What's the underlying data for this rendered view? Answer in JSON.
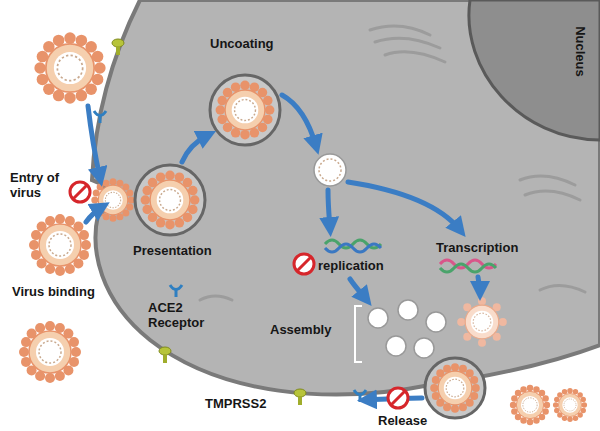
{
  "diagram": {
    "labels": [
      "Nucleus",
      "Uncoating",
      "Entry of virus",
      "Presentation",
      "replication",
      "Transcription",
      "Virus binding",
      "Assembly",
      "ACE2 Receptor",
      "TMPRSS2",
      "Release"
    ]
  }
}
